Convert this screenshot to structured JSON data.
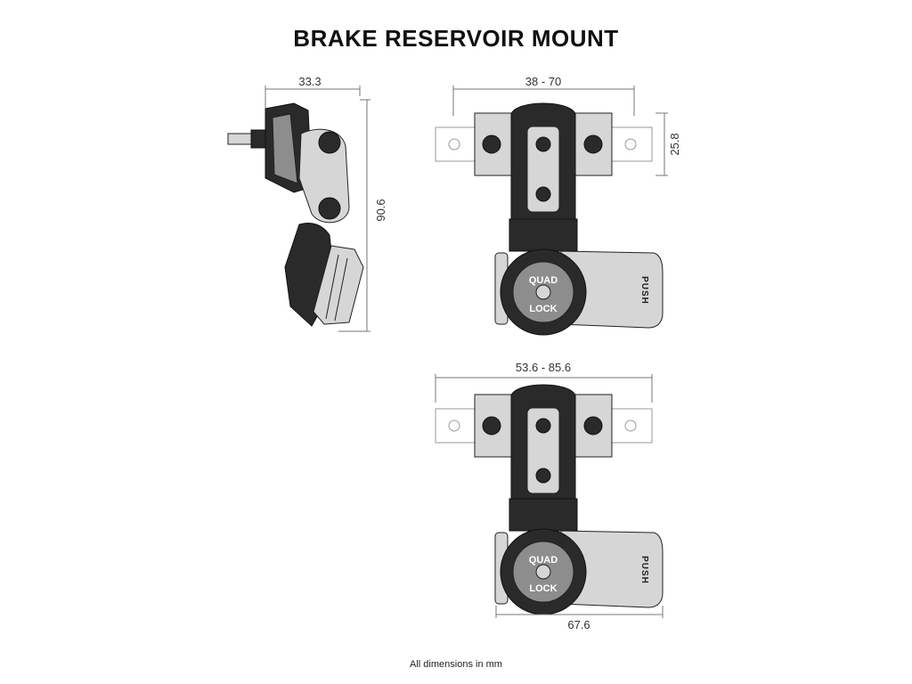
{
  "title": "BRAKE RESERVOIR MOUNT",
  "footnote": "All dimensions in mm",
  "dimensions": {
    "side_width": "33.3",
    "side_height": "90.6",
    "top_clamp_range": "38 - 70",
    "top_height": "25.8",
    "bottom_clamp_range": "53.6 - 85.6",
    "bottom_length": "67.6"
  },
  "logo": {
    "line1": "QUAD",
    "line2": "LOCK"
  },
  "lever_label": "PUSH"
}
